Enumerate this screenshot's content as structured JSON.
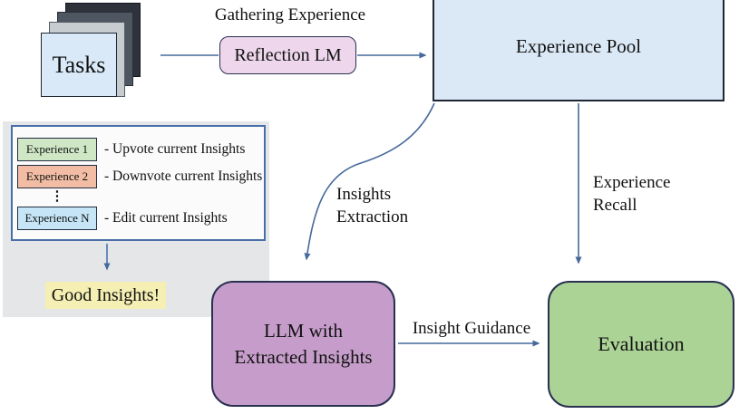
{
  "tasks": {
    "label": "Tasks"
  },
  "flow_top": {
    "gathering_label": "Gathering Experience",
    "reflection_lm_label": "Reflection LM",
    "experience_pool_label": "Experience Pool"
  },
  "arrow_labels": {
    "insights_extraction_line1": "Insights",
    "insights_extraction_line2": "Extraction",
    "experience_recall_line1": "Experience",
    "experience_recall_line2": "Recall",
    "insight_guidance": "Insight Guidance"
  },
  "experience_panel": {
    "items": [
      {
        "name": "Experience 1",
        "annotation": "- Upvote current Insights",
        "color": "#cfe7c5"
      },
      {
        "name": "Experience 2",
        "annotation": "- Downvote current Insights",
        "color": "#f2bda4"
      },
      {
        "name": "Experience N",
        "annotation": "- Edit current Insights",
        "color": "#c6e6f7"
      }
    ],
    "ellipsis": "⋮",
    "good_insights_label": "Good Insights!"
  },
  "bottom": {
    "llm_line1": "LLM with",
    "llm_line2": "Extracted Insights",
    "evaluation_label": "Evaluation"
  },
  "colors": {
    "light_blue_fill": "#dbe9f6",
    "pink_fill": "#eed7ec",
    "purple_fill": "#c69dca",
    "green_fill": "#abd396",
    "panel_gray": "#e4e6e8",
    "yellow_highlight": "#f5efb4",
    "arrow_blue": "#47699a",
    "inner_border_blue": "#4a6fa8",
    "dark_border": "#232c3f"
  }
}
